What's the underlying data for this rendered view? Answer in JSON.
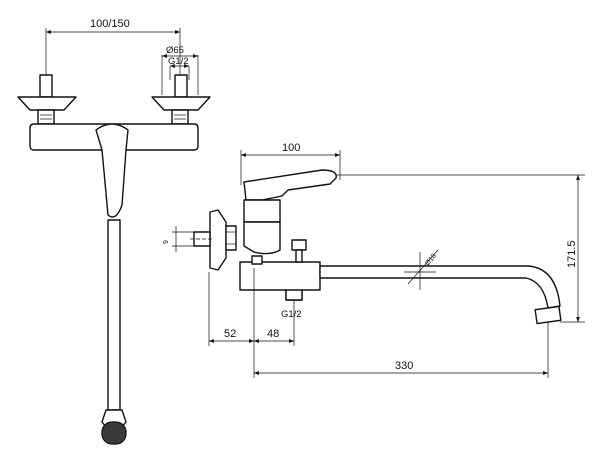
{
  "front_view": {
    "spacing_label": "100/150",
    "diameter_label": "Ø65",
    "thread_label": "G1/2"
  },
  "side_view": {
    "handle_length_label": "100",
    "height_label": "171.5",
    "small_label": "9",
    "pipe_diameter_label": "Ø18",
    "inlet_thread_label": "G1/2",
    "offset_a_label": "52",
    "offset_b_label": "48",
    "spout_length_label": "330"
  }
}
